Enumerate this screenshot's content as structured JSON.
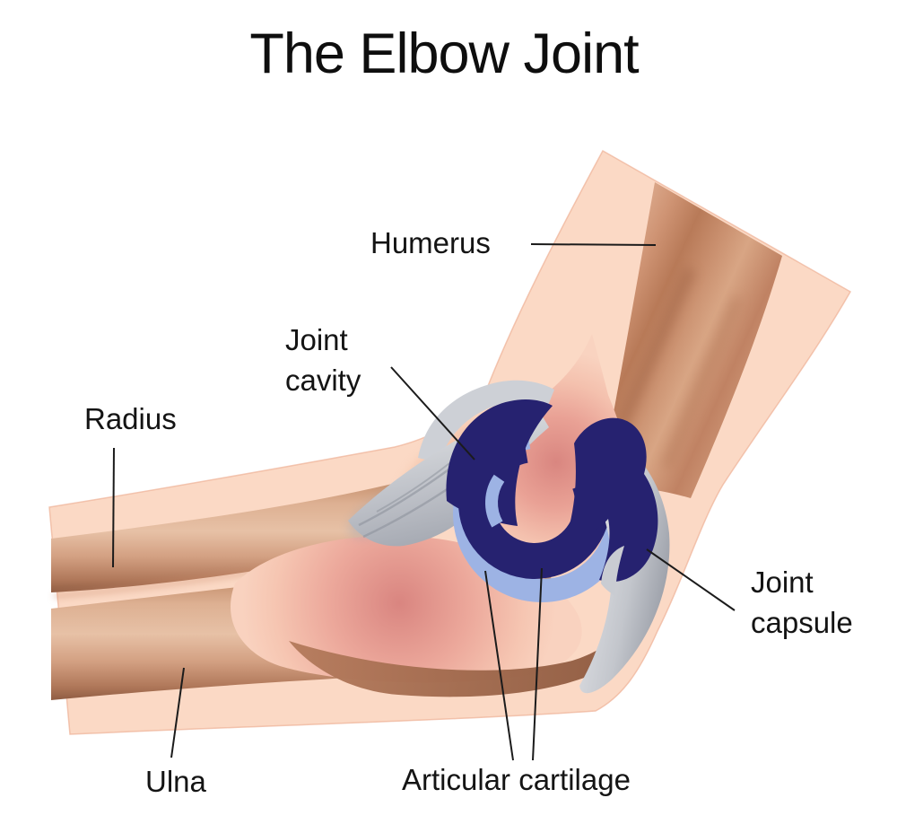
{
  "title": "The Elbow Joint",
  "labels": {
    "humerus": "Humerus",
    "joint_cavity": "Joint\ncavity",
    "radius": "Radius",
    "joint_capsule": "Joint\ncapsule",
    "ulna": "Ulna",
    "articular_cartilage": "Articular cartilage"
  },
  "palette": {
    "background": "#ffffff",
    "skin": "#fbd9c5",
    "bone_shaft": "#cf9a7b",
    "bone_end_rose": "#db8680",
    "joint_cavity_navy": "#262270",
    "articular_cartilage_blue": "#9db3e4",
    "joint_capsule_gray": "#bfc2c9",
    "leader_line": "#1b1b1b",
    "text": "#131313"
  }
}
